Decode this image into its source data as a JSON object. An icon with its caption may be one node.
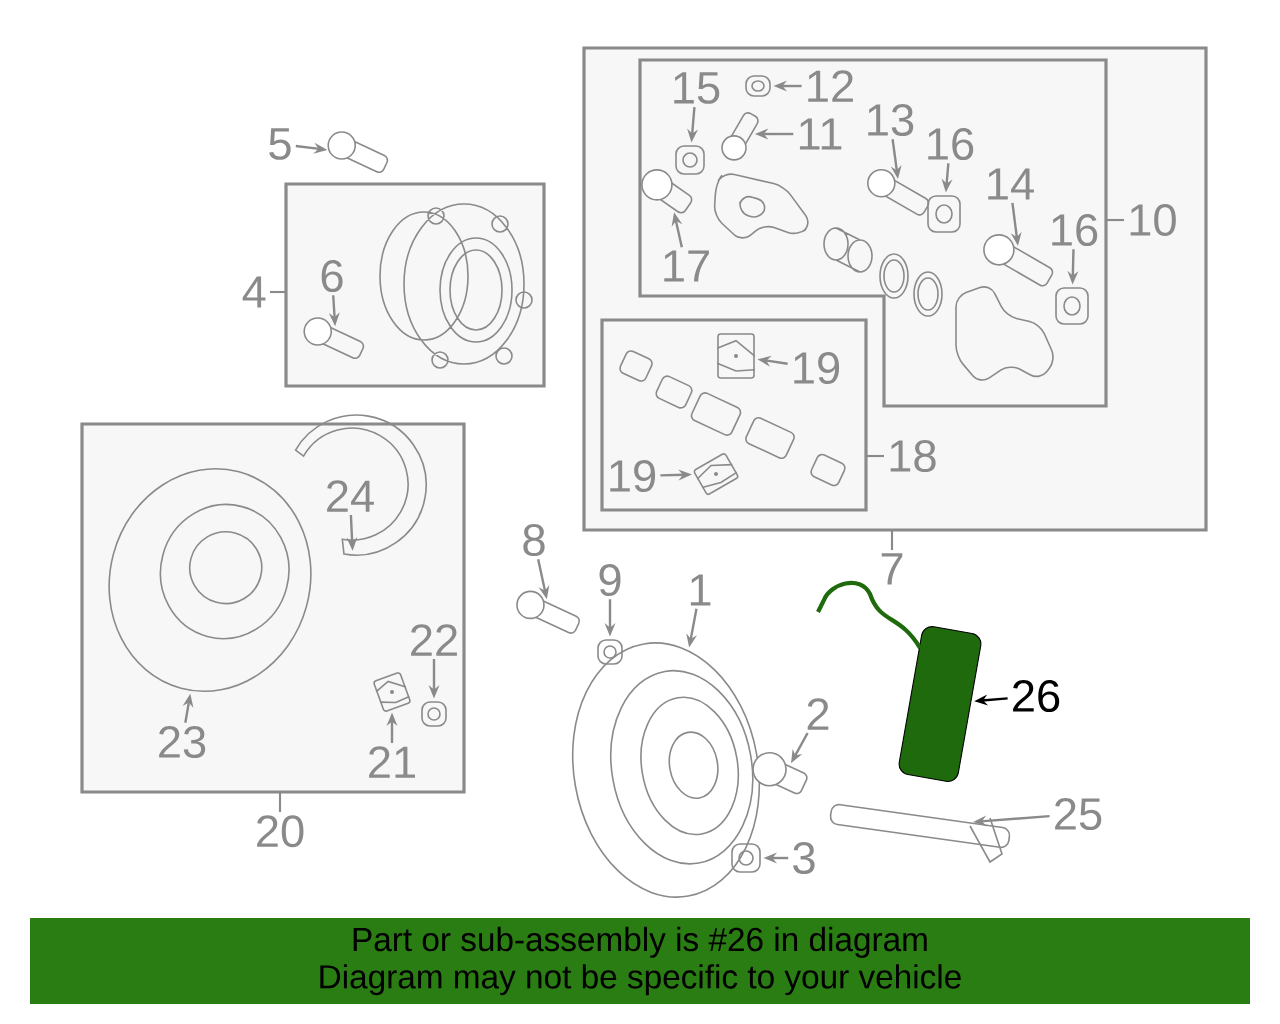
{
  "diagram": {
    "nodes": [
      {
        "text": [
          "7"
        ]
      },
      {
        "text": [
          "10"
        ],
        "in": 0
      },
      {
        "text": [
          "15"
        ],
        "in": 1
      },
      {
        "text": [],
        "shape": "picture",
        "in": 1
      },
      {
        "text": [
          "12"
        ],
        "in": 1
      },
      {
        "text": [],
        "shape": "picture",
        "in": 1
      },
      {
        "text": [
          "11"
        ],
        "in": 1
      },
      {
        "text": [],
        "shape": "picture",
        "in": 1
      },
      {
        "text": [
          "13"
        ],
        "in": 1
      },
      {
        "text": [],
        "shape": "picture",
        "in": 1
      },
      {
        "text": [
          "16"
        ],
        "in": 1
      },
      {
        "text": [],
        "shape": "picture",
        "in": 1
      },
      {
        "text": [
          "14"
        ],
        "in": 1
      },
      {
        "text": [],
        "shape": "picture",
        "in": 1
      },
      {
        "text": [
          "16"
        ],
        "in": 1
      },
      {
        "text": [],
        "shape": "picture",
        "in": 1
      },
      {
        "text": [
          "17"
        ],
        "in": 1
      },
      {
        "text": [],
        "shape": "picture",
        "in": 1
      },
      {
        "text": [
          "18"
        ],
        "in": 0
      },
      {
        "text": [
          "19"
        ],
        "in": 18
      },
      {
        "text": [],
        "shape": "picture",
        "in": 18
      },
      {
        "text": [
          "19"
        ],
        "in": 18
      },
      {
        "text": [],
        "shape": "picture",
        "in": 18
      },
      {
        "text": [
          "5"
        ]
      },
      {
        "text": [],
        "shape": "picture"
      },
      {
        "text": [
          "4"
        ]
      },
      {
        "text": [
          "6"
        ],
        "in": 25
      },
      {
        "text": [],
        "shape": "picture",
        "in": 25
      },
      {
        "text": [
          "20"
        ]
      },
      {
        "text": [
          "24"
        ],
        "in": 28
      },
      {
        "text": [],
        "shape": "picture",
        "in": 28
      },
      {
        "text": [
          "22"
        ],
        "in": 28
      },
      {
        "text": [],
        "shape": "picture",
        "in": 28
      },
      {
        "text": [
          "23"
        ],
        "in": 28
      },
      {
        "text": [],
        "shape": "picture",
        "in": 28
      },
      {
        "text": [
          "21"
        ],
        "in": 28
      },
      {
        "text": [],
        "shape": "picture",
        "in": 28
      },
      {
        "text": [
          "8"
        ]
      },
      {
        "text": [],
        "shape": "picture"
      },
      {
        "text": [
          "9"
        ]
      },
      {
        "text": [],
        "shape": "picture"
      },
      {
        "text": [
          "1"
        ]
      },
      {
        "text": [],
        "shape": "picture"
      },
      {
        "text": [
          "2"
        ]
      },
      {
        "text": [],
        "shape": "picture"
      },
      {
        "text": [
          "26"
        ]
      },
      {
        "text": [],
        "shape": "picture"
      },
      {
        "text": [
          "25"
        ]
      },
      {
        "text": [],
        "shape": "picture"
      },
      {
        "text": [
          "3"
        ]
      },
      {
        "text": [],
        "shape": "picture"
      },
      {
        "text": [
          "Part or sub-assembly is #26 in diagram",
          "Diagram may not be specific to your vehicle"
        ]
      }
    ],
    "edges": [
      {
        "from": 2,
        "to": 3,
        "arrow": "to"
      },
      {
        "from": 4,
        "to": 5,
        "arrow": "to"
      },
      {
        "from": 6,
        "to": 7,
        "arrow": "to"
      },
      {
        "from": 8,
        "to": 9,
        "arrow": "to"
      },
      {
        "from": 10,
        "to": 11,
        "arrow": "to"
      },
      {
        "from": 12,
        "to": 13,
        "arrow": "to"
      },
      {
        "from": 14,
        "to": 15,
        "arrow": "to"
      },
      {
        "from": 16,
        "to": 17,
        "arrow": "to"
      },
      {
        "from": 19,
        "to": 20,
        "arrow": "to"
      },
      {
        "from": 21,
        "to": 22,
        "arrow": "to"
      },
      {
        "from": 23,
        "to": 24,
        "arrow": "to"
      },
      {
        "from": 26,
        "to": 27,
        "arrow": "to"
      },
      {
        "from": 29,
        "to": 30,
        "arrow": "to"
      },
      {
        "from": 31,
        "to": 32,
        "arrow": "to"
      },
      {
        "from": 33,
        "to": 34,
        "arrow": "to"
      },
      {
        "from": 35,
        "to": 36,
        "arrow": "to"
      },
      {
        "from": 37,
        "to": 38,
        "arrow": "to"
      },
      {
        "from": 39,
        "to": 40,
        "arrow": "to"
      },
      {
        "from": 41,
        "to": 42,
        "arrow": "to"
      },
      {
        "from": 43,
        "to": 44,
        "arrow": "to"
      },
      {
        "from": 45,
        "to": 46,
        "arrow": "to",
        "color": "#000000"
      },
      {
        "from": 47,
        "to": 48,
        "arrow": "to"
      },
      {
        "from": 49,
        "to": 50,
        "arrow": "to"
      }
    ]
  }
}
